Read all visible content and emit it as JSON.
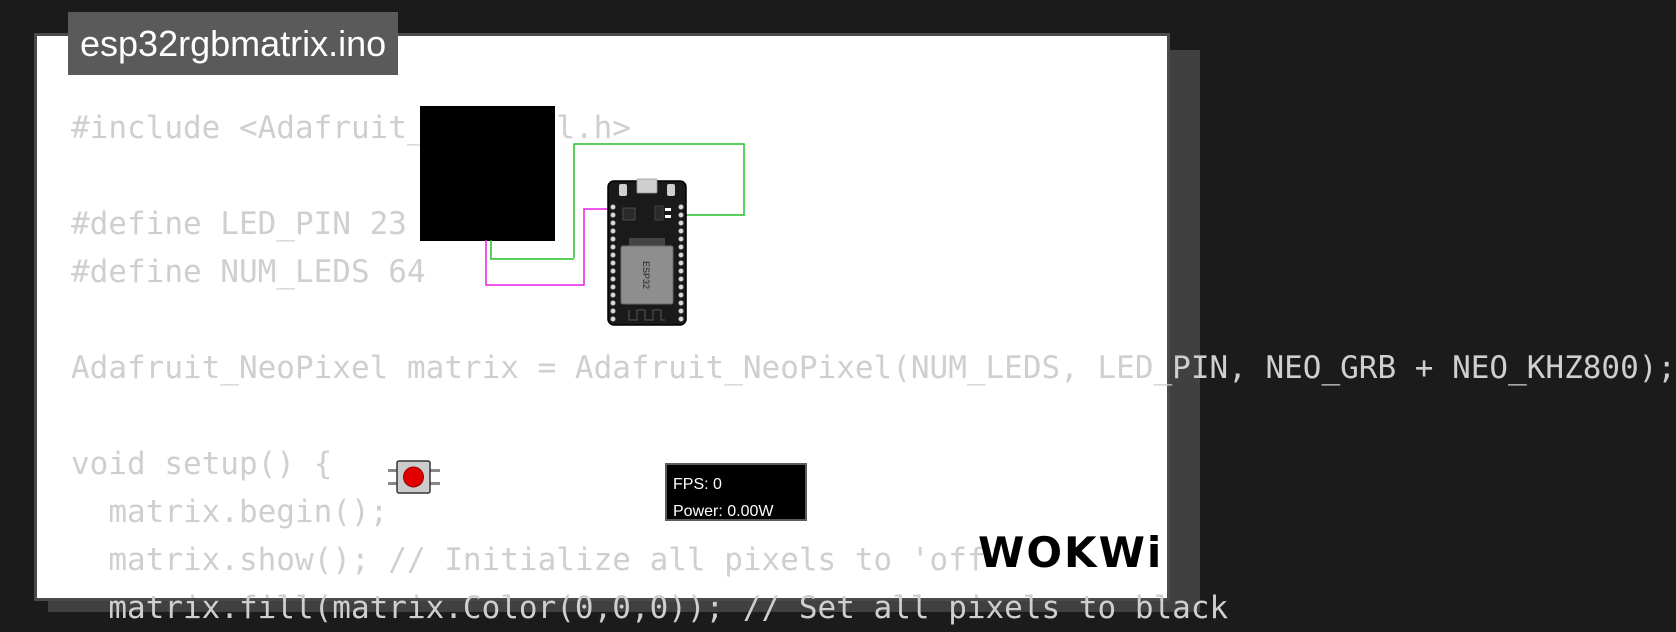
{
  "file_title": "esp32rgbmatrix.ino",
  "code_lines": [
    "#include <Adafruit_NeoPixel.h>",
    "",
    "#define LED_PIN 23",
    "#define NUM_LEDS 64",
    "",
    "Adafruit_NeoPixel matrix = Adafruit_NeoPixel(NUM_LEDS, LED_PIN, NEO_GRB + NEO_KHZ800);",
    "",
    "void setup() {",
    "  matrix.begin();",
    "  matrix.show(); // Initialize all pixels to 'off'",
    "  matrix.fill(matrix.Color(0,0,0)); // Set all pixels to black"
  ],
  "board": {
    "chip_label": "ESP32"
  },
  "simulator": {
    "fps_label": "FPS: 0",
    "power_label": "Power: 0.00W"
  },
  "logo_text": "WOKWi",
  "colors": {
    "wire_green": "#22c322",
    "wire_magenta": "#e81ee8",
    "button_red": "#e00000"
  }
}
